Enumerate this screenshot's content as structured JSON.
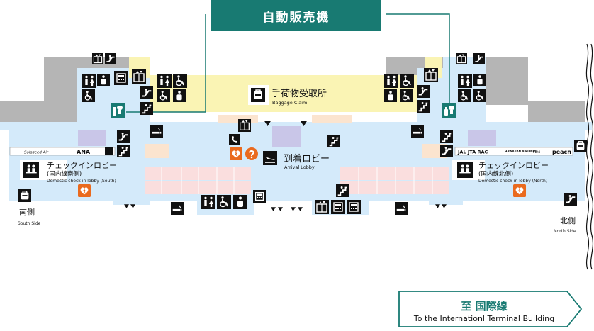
{
  "callout": {
    "label": "自動販売機"
  },
  "baggage": {
    "ja": "手荷物受取所",
    "en": "Baggage Claim"
  },
  "arrival": {
    "ja": "到着ロビー",
    "en": "Arrival Lobby"
  },
  "checkin_south": {
    "ja": "チェックインロビー",
    "sub": "(国内線南側)",
    "en": "Domestic check-in lobby (South)"
  },
  "checkin_north": {
    "ja": "チェックインロビー",
    "sub": "(国内線北側)",
    "en": "Domestic check-in lobby (North)"
  },
  "south": {
    "ja": "南側",
    "en": "South Side"
  },
  "north": {
    "ja": "北側",
    "en": "North Side"
  },
  "intl": {
    "ja": "至 国際線",
    "en": "To the Internationl Terminal Building"
  },
  "airlines_south": {
    "solaseed": "Solaseed Air",
    "ana": "ANA"
  },
  "airlines_north": {
    "jal": "JAL JTA RAC",
    "hawaiian": "HAWAIIAN AIRLINES",
    "fda": "FDA",
    "peach": "peach"
  },
  "colors": {
    "teal": "#187a72",
    "floor": "#d4eafa",
    "baggage_floor": "#faf4b4",
    "building_gray": "#b5b5b5",
    "counter_pink": "#fadede",
    "counter_peach": "#fbe4cf",
    "aed_orange": "#ea6a1e",
    "purple_block": "#c9c6e8"
  },
  "icons": [
    "vending-machine-icon",
    "elevator-icon",
    "escalator-icon",
    "stairs-icon",
    "restroom-icon",
    "accessible-restroom-icon",
    "nursing-room-icon",
    "aed-icon",
    "information-icon",
    "telephone-icon",
    "atm-icon",
    "smoking-area-icon",
    "locker-icon",
    "arrival-icon"
  ]
}
